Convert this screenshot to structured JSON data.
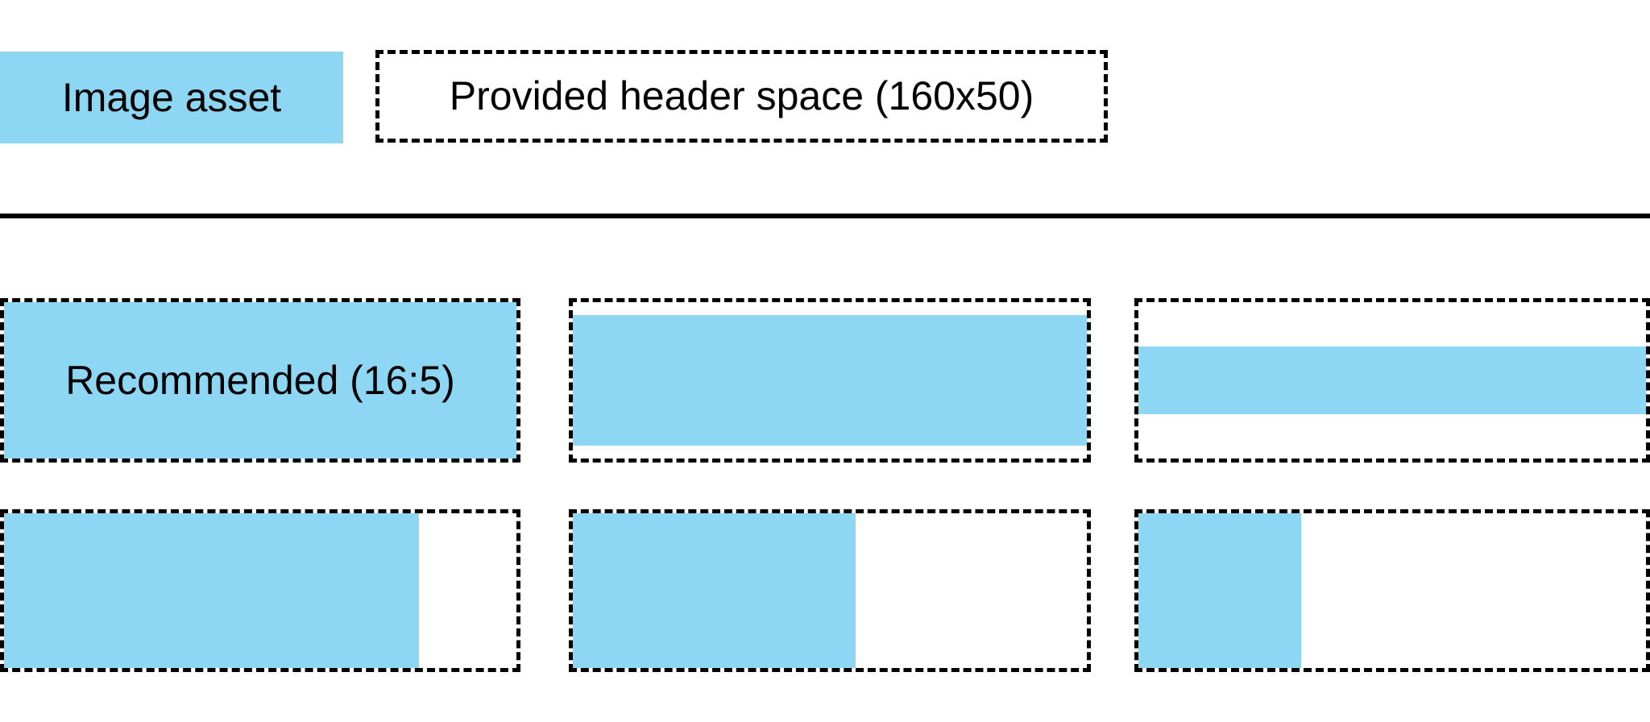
{
  "title": "Image asset header space fitting diagram",
  "colors": {
    "image_asset_blue": "#8DD7F5",
    "ink_black": "#000000",
    "background": "#FFFFFF"
  },
  "legend": {
    "image_asset_label": "Image asset",
    "header_space_label": "Provided header space (160x50)"
  },
  "examples": {
    "items": [
      {
        "id": "recommended-16-5",
        "label": "Recommended (16:5)",
        "fill": {
          "width_pct": 100,
          "height_pct": 100,
          "h_align": "left",
          "v_align": "middle"
        }
      },
      {
        "id": "full-width-tall-centered",
        "fill": {
          "width_pct": 100,
          "height_pct": 83,
          "h_align": "left",
          "v_align": "middle"
        }
      },
      {
        "id": "full-width-strip-centered",
        "fill": {
          "width_pct": 100,
          "height_pct": 43,
          "h_align": "left",
          "v_align": "middle"
        }
      },
      {
        "id": "full-height-wide-left",
        "fill": {
          "width_pct": 81,
          "height_pct": 100,
          "h_align": "left",
          "v_align": "top"
        }
      },
      {
        "id": "full-height-half-left",
        "fill": {
          "width_pct": 55,
          "height_pct": 100,
          "h_align": "left",
          "v_align": "top"
        }
      },
      {
        "id": "full-height-narrow-left",
        "fill": {
          "width_pct": 32,
          "height_pct": 100,
          "h_align": "left",
          "v_align": "top"
        }
      }
    ]
  }
}
